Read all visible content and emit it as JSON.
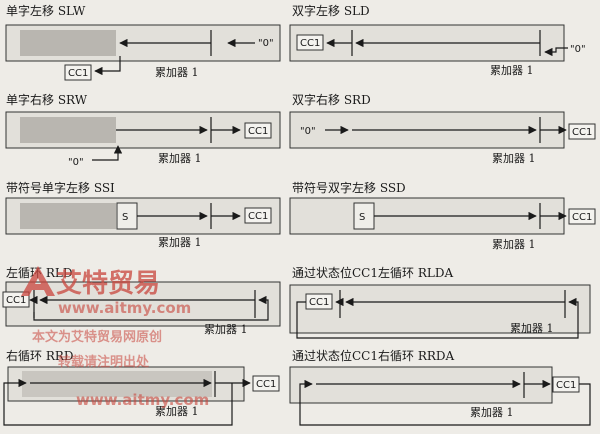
{
  "panels": {
    "slw": {
      "title": "单字左移 SLW",
      "cc1": "CC1",
      "accum": "累加器 1",
      "zero": "\"0\""
    },
    "sld": {
      "title": "双字左移 SLD",
      "cc1": "CC1",
      "accum": "累加器 1",
      "zero": "\"0\""
    },
    "srw": {
      "title": "单字右移 SRW",
      "cc1": "CC1",
      "accum": "累加器 1",
      "zero": "\"0\""
    },
    "srd": {
      "title": "双字右移 SRD",
      "cc1": "CC1",
      "accum": "累加器 1",
      "zero": "\"0\""
    },
    "ssi": {
      "title": "带符号单字左移 SSI",
      "cc1": "CC1",
      "accum": "累加器 1",
      "sign": "S"
    },
    "ssd": {
      "title": "带符号双字左移 SSD",
      "cc1": "CC1",
      "accum": "累加器 1",
      "sign": "S"
    },
    "rld": {
      "title": "左循环 RLD",
      "cc1": "CC1",
      "accum": "累加器 1"
    },
    "rlda": {
      "title": "通过状态位CC1左循环 RLDA",
      "cc1": "CC1",
      "accum": "累加器 1"
    },
    "rrd": {
      "title": "右循环 RRD",
      "cc1": "CC1",
      "accum": "累加器 1"
    },
    "rrda": {
      "title": "通过状态位CC1右循环 RRDA",
      "cc1": "CC1",
      "accum": "累加器 1"
    }
  },
  "watermark": {
    "brand": "艾特贸易",
    "url1": "www.aitmy.com",
    "cn1": "本文为艾特贸易网原创",
    "cn2": "转载请注明出处",
    "url2": "www.aitmy.com"
  }
}
